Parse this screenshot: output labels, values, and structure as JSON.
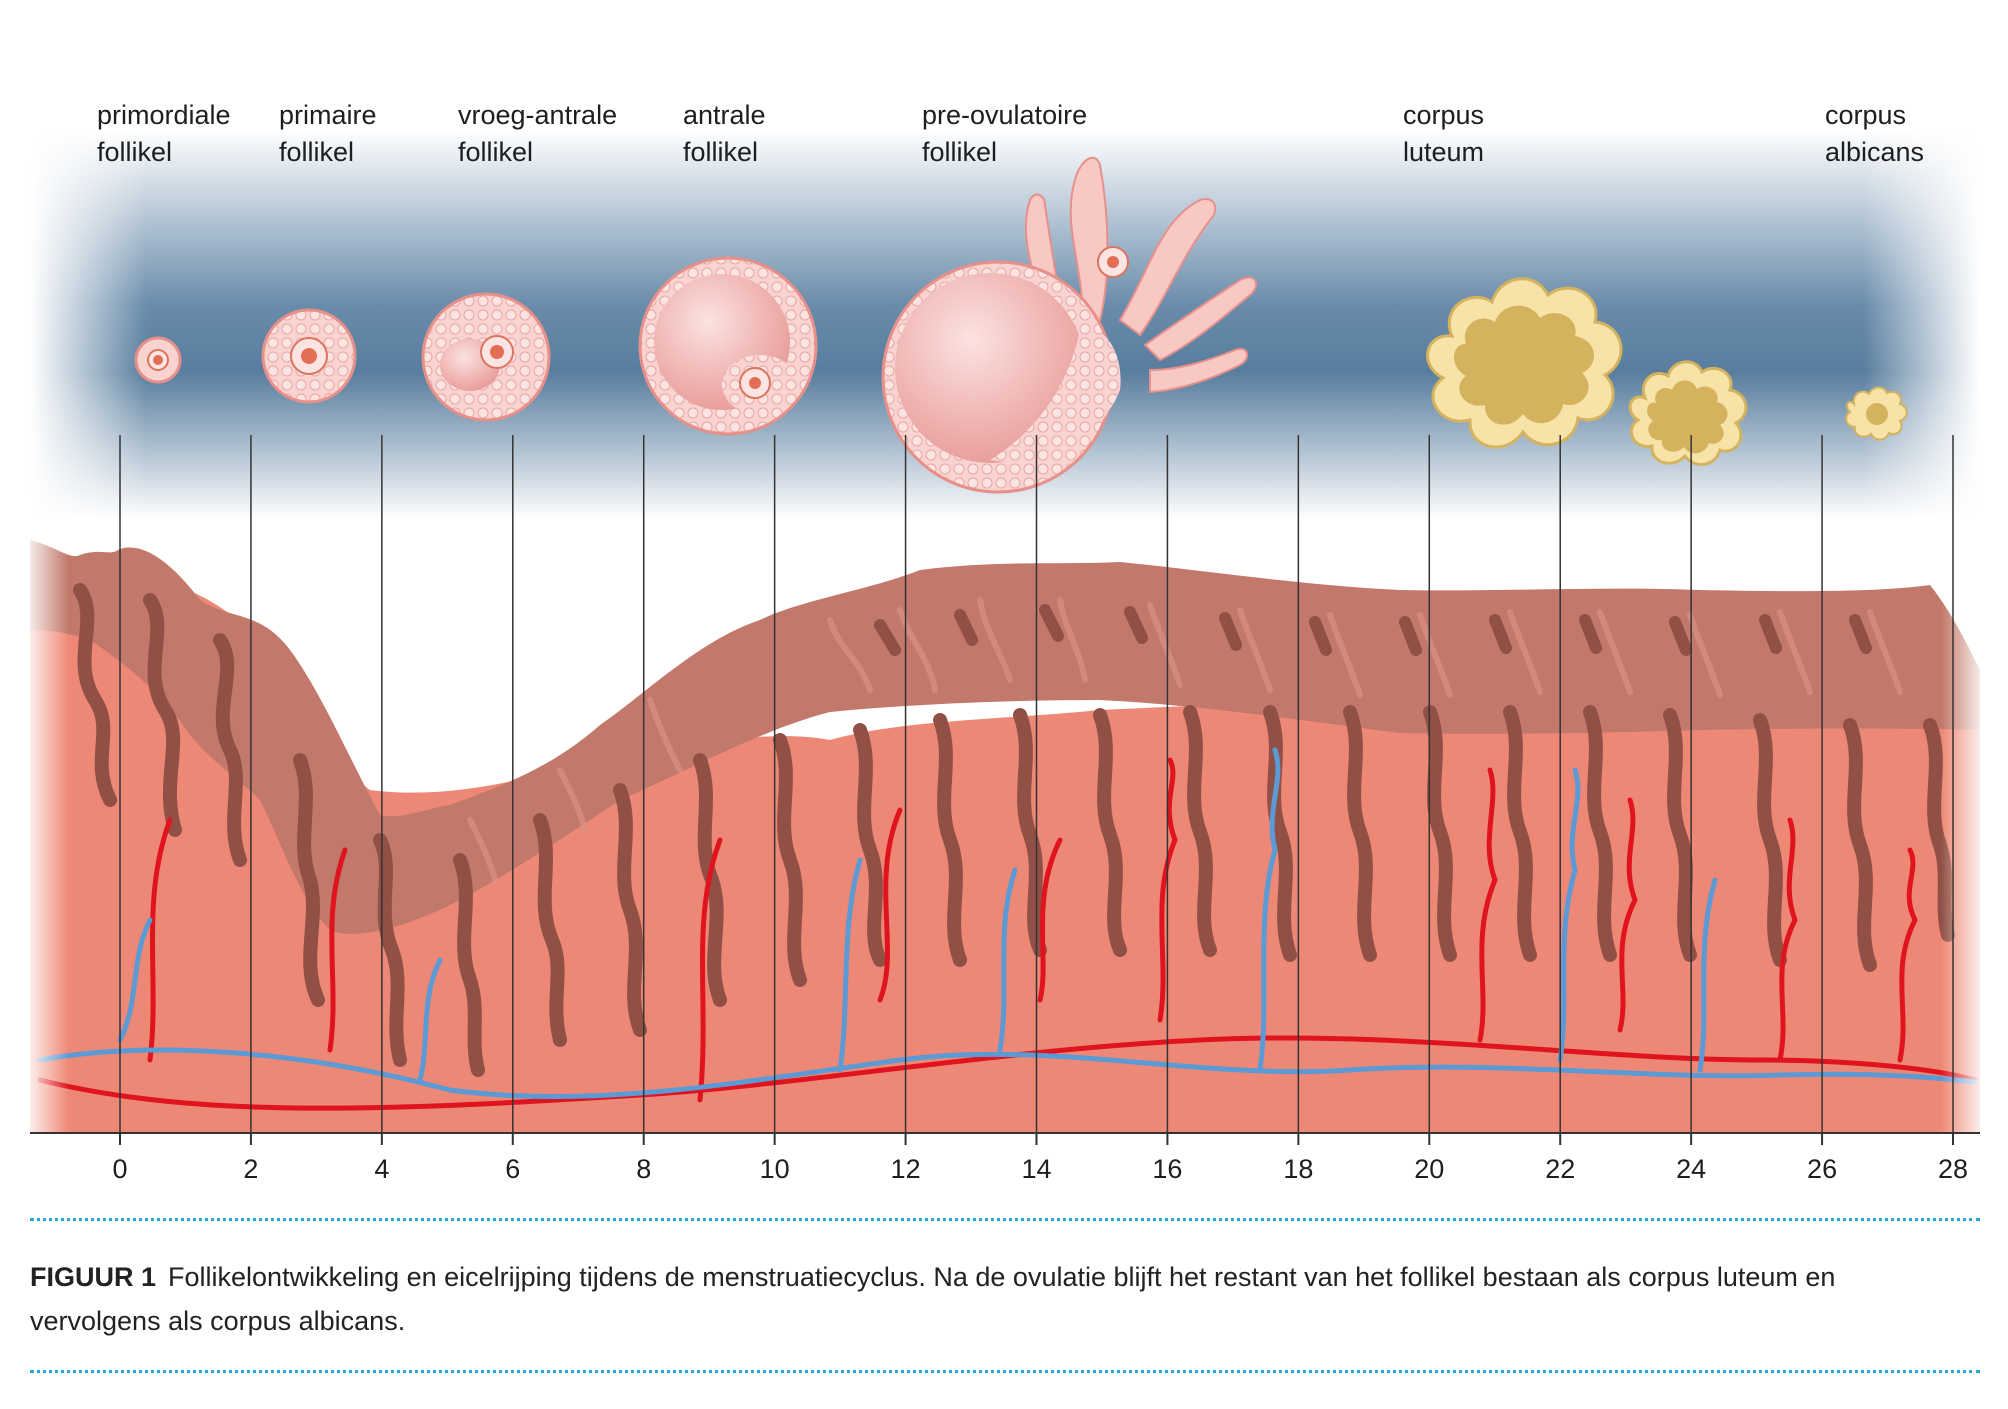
{
  "stages": [
    {
      "line1": "primordiale",
      "line2": "follikel"
    },
    {
      "line1": "primaire",
      "line2": "follikel"
    },
    {
      "line1": "vroeg-antrale",
      "line2": "follikel"
    },
    {
      "line1": "antrale",
      "line2": "follikel"
    },
    {
      "line1": "pre-ovulatoire",
      "line2": "follikel"
    },
    {
      "line1": "corpus",
      "line2": "luteum"
    },
    {
      "line1": "corpus",
      "line2": "albicans"
    }
  ],
  "days": [
    "0",
    "2",
    "4",
    "6",
    "8",
    "10",
    "12",
    "14",
    "16",
    "18",
    "20",
    "22",
    "24",
    "26",
    "28"
  ],
  "caption": {
    "label": "FIGUUR 1",
    "text": "Follikelontwikkeling en eicelrijping tijdens de menstruatiecyclus. Na de ovulatie blijft het restant van het follikel bestaan als corpus luteum en vervolgens als corpus albicans."
  },
  "colors": {
    "band_dark": "#5f83a3",
    "follicle_fill": "#f8d3d0",
    "follicle_stroke": "#e7908a",
    "oocyte": "#e26f55",
    "luteum_fill": "#d5b35e",
    "luteum_rim": "#f7e2a8",
    "functionalis": "#c2786a",
    "basalis": "#ee8876",
    "gland": "#915045",
    "artery": "#e0141e",
    "vein": "#5b9ad4",
    "rule": "#27a8d6"
  }
}
